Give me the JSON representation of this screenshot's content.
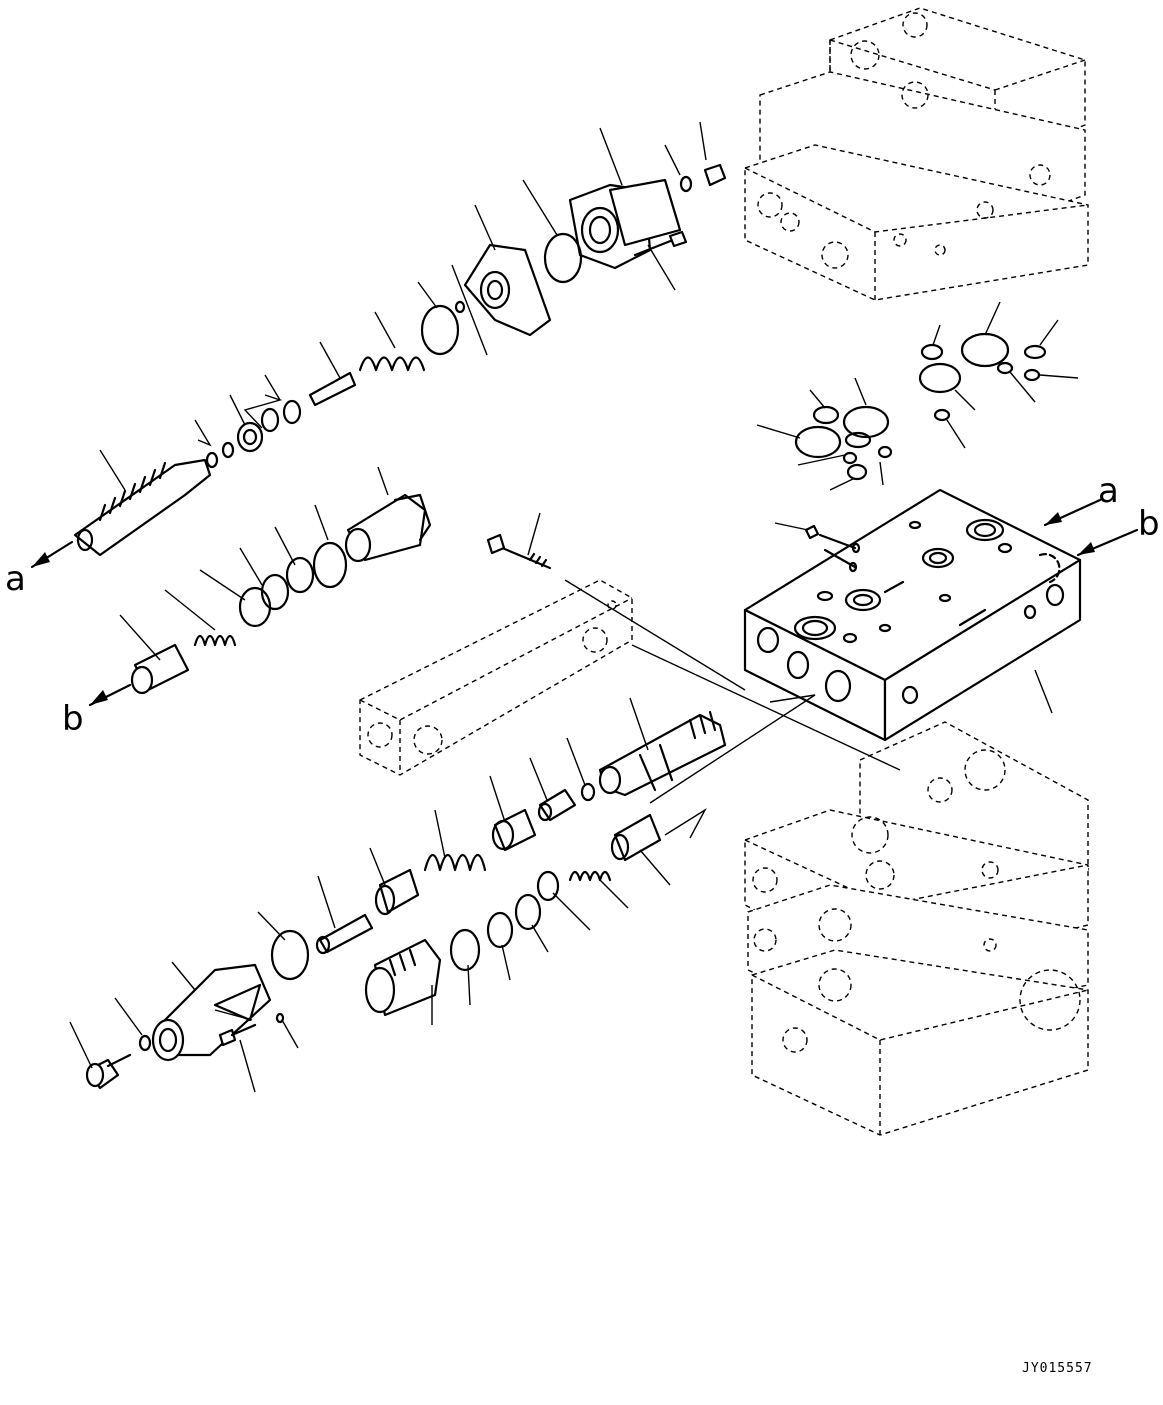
{
  "callouts": {
    "a": "a",
    "b": "b"
  },
  "drawing_code": "JY015557"
}
